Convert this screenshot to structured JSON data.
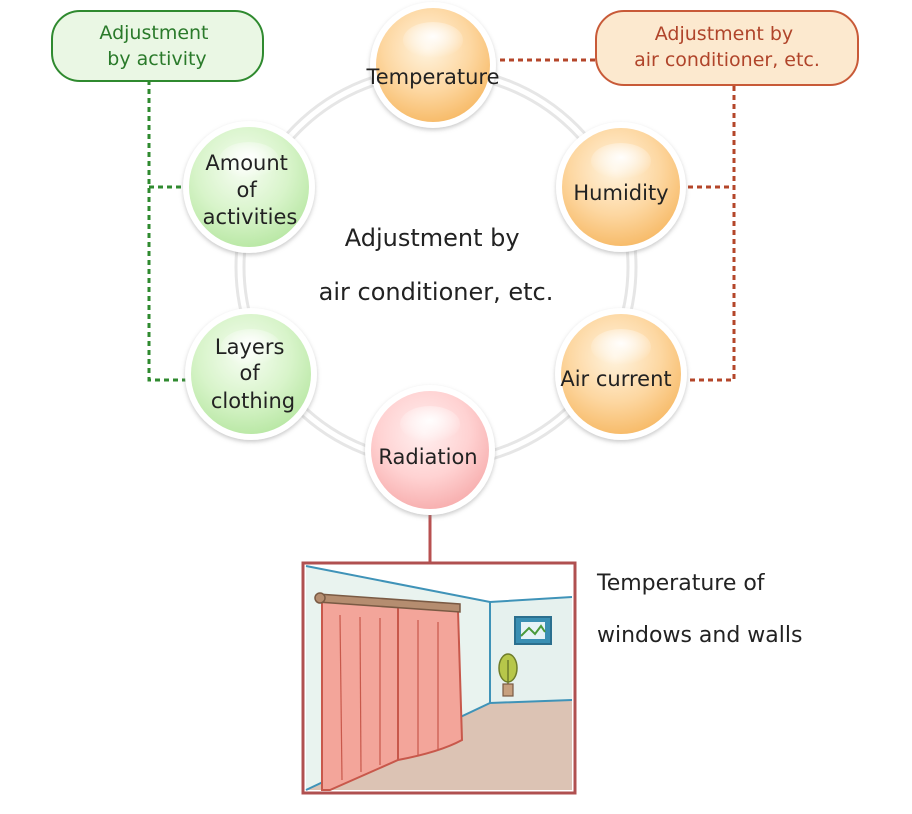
{
  "labels": {
    "activity_box": [
      "Adjustment",
      "by activity"
    ],
    "ac_box": [
      "Adjustment by",
      "air conditioner, etc."
    ],
    "center": [
      "Adjustment by",
      "air conditioner, etc."
    ],
    "windows_caption": [
      "Temperature of",
      "windows and walls"
    ]
  },
  "factors": {
    "temperature": "Temperature",
    "humidity": "Humidity",
    "air_current": "Air current",
    "radiation": "Radiation",
    "activities": [
      "Amount",
      "of",
      "activities"
    ],
    "clothing": [
      "Layers",
      "of",
      "clothing"
    ]
  },
  "colors": {
    "green_line": "#2f8a2f",
    "orange_line": "#b4462a",
    "radiation_line": "#b85050",
    "green_box_fill": "#eaf7e4",
    "orange_box_fill": "#fce9cf"
  }
}
